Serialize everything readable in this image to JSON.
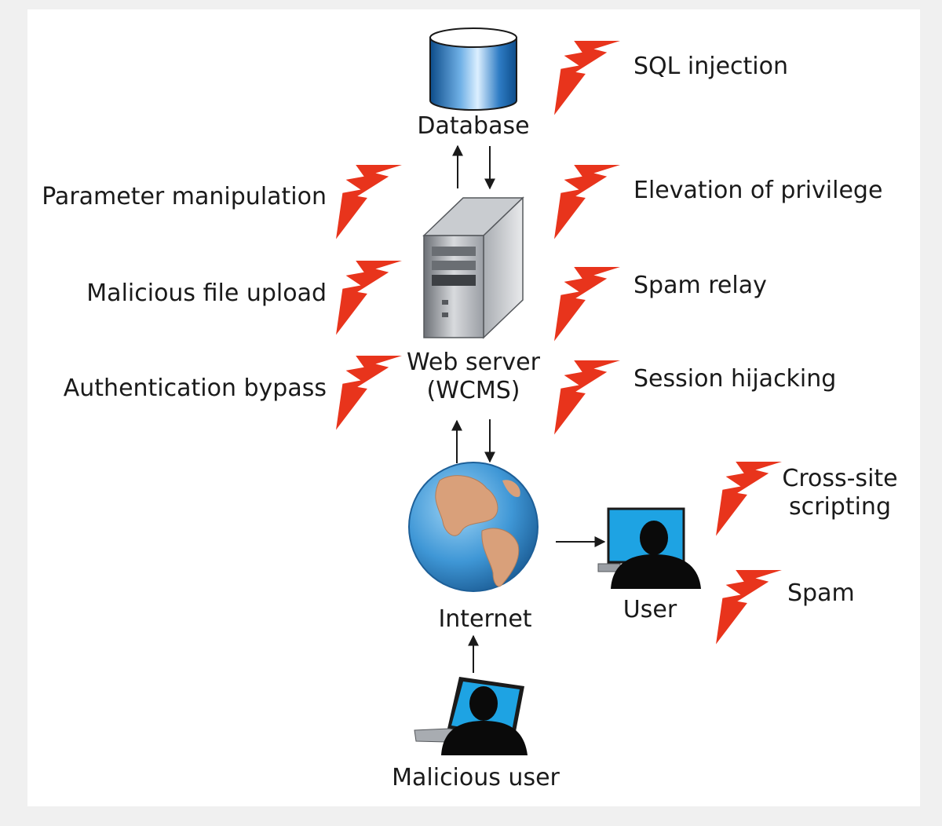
{
  "nodes": {
    "database": "Database",
    "web_server_line1": "Web server",
    "web_server_line2": "(WCMS)",
    "internet": "Internet",
    "user": "User",
    "malicious_user": "Malicious user"
  },
  "threats": {
    "sql_injection": "SQL injection",
    "parameter_manipulation": "Parameter manipulation",
    "elevation_of_privilege": "Elevation of privilege",
    "malicious_file_upload": "Malicious file upload",
    "spam_relay": "Spam relay",
    "authentication_bypass": "Authentication bypass",
    "session_hijacking": "Session hijacking",
    "cross_site_scripting_line1": "Cross-site",
    "cross_site_scripting_line2": "scripting",
    "spam": "Spam"
  },
  "colors": {
    "threat_bolt": "#e8341c",
    "database": "#1f6fb5",
    "globe_ocean": "#3f97d6",
    "globe_land": "#d9a07a",
    "screen": "#1ea3e3",
    "person": "#0a0a0a"
  }
}
